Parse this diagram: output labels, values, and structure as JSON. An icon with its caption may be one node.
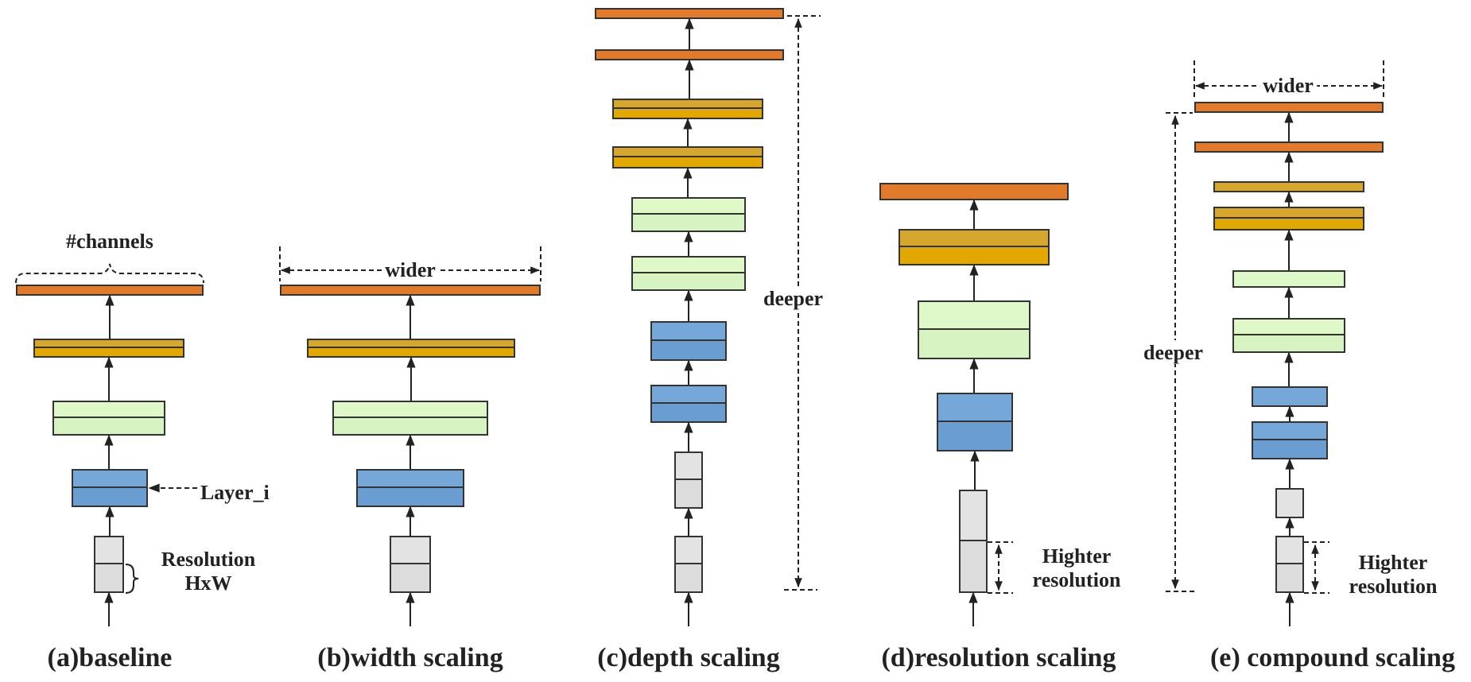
{
  "diagram": {
    "nodes": [
      {
        "text": [],
        "shape": "box"
      },
      {
        "text": [],
        "shape": "box"
      },
      {
        "text": [],
        "shape": "box"
      },
      {
        "text": [],
        "shape": "box"
      },
      {
        "text": [],
        "shape": "box"
      },
      {
        "text": [
          "Layer_i"
        ]
      },
      {
        "text": [],
        "shape": "box"
      },
      {
        "text": [],
        "shape": "box"
      },
      {
        "text": [],
        "shape": "box"
      },
      {
        "text": [],
        "shape": "box"
      },
      {
        "text": [],
        "shape": "box"
      },
      {
        "text": [],
        "shape": "box"
      },
      {
        "text": [],
        "shape": "box"
      },
      {
        "text": [],
        "shape": "box"
      },
      {
        "text": [],
        "shape": "box"
      },
      {
        "text": [],
        "shape": "box"
      },
      {
        "text": [],
        "shape": "box"
      },
      {
        "text": [],
        "shape": "box"
      },
      {
        "text": [],
        "shape": "box"
      },
      {
        "text": [],
        "shape": "box"
      },
      {
        "text": [],
        "shape": "box"
      },
      {
        "text": [],
        "shape": "box"
      },
      {
        "text": [],
        "shape": "box"
      },
      {
        "text": [],
        "shape": "box"
      },
      {
        "text": [],
        "shape": "box"
      },
      {
        "text": [],
        "shape": "box"
      },
      {
        "text": [],
        "shape": "box"
      },
      {
        "text": [],
        "shape": "box"
      },
      {
        "text": [],
        "shape": "box"
      },
      {
        "text": [],
        "shape": "box"
      },
      {
        "text": [],
        "shape": "box"
      },
      {
        "text": [],
        "shape": "box"
      },
      {
        "text": [],
        "shape": "box"
      },
      {
        "text": [],
        "shape": "box"
      },
      {
        "text": [],
        "shape": "box"
      },
      {
        "text": [],
        "shape": "box"
      }
    ],
    "edges": [
      {
        "from": null,
        "to": 4,
        "arrow": "to"
      },
      {
        "from": 4,
        "to": 3,
        "arrow": "to"
      },
      {
        "from": 3,
        "to": 2,
        "arrow": "to"
      },
      {
        "from": 2,
        "to": 1,
        "arrow": "to"
      },
      {
        "from": 1,
        "to": 0,
        "arrow": "to"
      },
      {
        "from": 5,
        "to": 3,
        "arrow": "to",
        "style": "dashed"
      },
      {
        "from": null,
        "to": 10,
        "arrow": "to"
      },
      {
        "from": 10,
        "to": 9,
        "arrow": "to"
      },
      {
        "from": 9,
        "to": 8,
        "arrow": "to"
      },
      {
        "from": 8,
        "to": 7,
        "arrow": "to"
      },
      {
        "from": 7,
        "to": 6,
        "arrow": "to"
      },
      {
        "from": null,
        "to": 20,
        "arrow": "to"
      },
      {
        "from": 20,
        "to": 19,
        "arrow": "to"
      },
      {
        "from": 19,
        "to": 18,
        "arrow": "to"
      },
      {
        "from": 18,
        "to": 17,
        "arrow": "to"
      },
      {
        "from": 17,
        "to": 16,
        "arrow": "to"
      },
      {
        "from": 16,
        "to": 15,
        "arrow": "to"
      },
      {
        "from": 15,
        "to": 14,
        "arrow": "to"
      },
      {
        "from": 14,
        "to": 13,
        "arrow": "to"
      },
      {
        "from": 13,
        "to": 12,
        "arrow": "to"
      },
      {
        "from": 12,
        "to": 11,
        "arrow": "to"
      },
      {
        "from": null,
        "to": 25,
        "arrow": "to"
      },
      {
        "from": 25,
        "to": 24,
        "arrow": "to"
      },
      {
        "from": 24,
        "to": 23,
        "arrow": "to"
      },
      {
        "from": 23,
        "to": 22,
        "arrow": "to"
      },
      {
        "from": 22,
        "to": 21,
        "arrow": "to"
      },
      {
        "from": null,
        "to": 35,
        "arrow": "to"
      },
      {
        "from": 35,
        "to": 34,
        "arrow": "to"
      },
      {
        "from": 34,
        "to": 33,
        "arrow": "to"
      },
      {
        "from": 33,
        "to": 32,
        "arrow": "to"
      },
      {
        "from": 32,
        "to": 31,
        "arrow": "to"
      },
      {
        "from": 31,
        "to": 30,
        "arrow": "to"
      },
      {
        "from": 30,
        "to": 29,
        "arrow": "to"
      },
      {
        "from": 29,
        "to": 28,
        "arrow": "to"
      },
      {
        "from": 28,
        "to": 27,
        "arrow": "to"
      },
      {
        "from": 27,
        "to": 26,
        "arrow": "to"
      }
    ],
    "labels": [
      "#channels",
      "wider",
      "wider",
      "deeper",
      "deeper",
      "Resolution HxW",
      "Highter resolution",
      "Highter resolution",
      "(a)baseline",
      "(b)width scaling",
      "(c)depth scaling",
      "(d)resolution scaling",
      "(e) compound scaling"
    ]
  }
}
